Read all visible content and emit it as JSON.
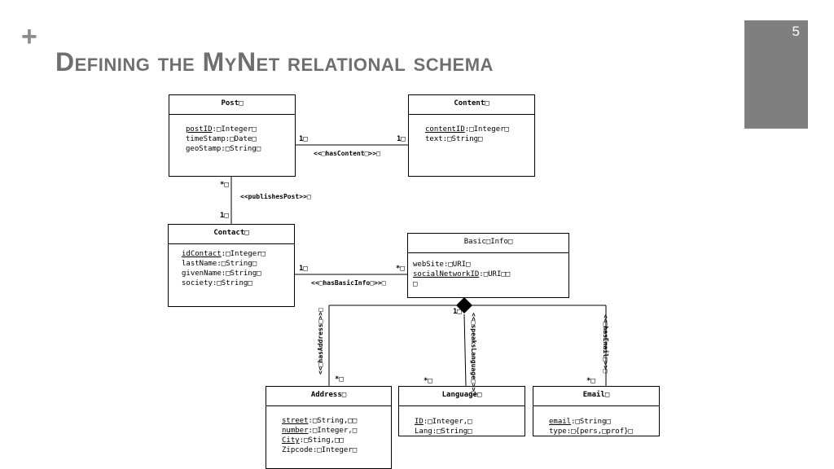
{
  "slide": {
    "plus": "+",
    "title": "Defining the MyNet relational schema",
    "page_number": "5"
  },
  "diagram": {
    "post": {
      "name": "Post□",
      "attrs": [
        {
          "key": "postID",
          "rest": ":□Integer□",
          "pk": true
        },
        {
          "key": "timeStamp",
          "rest": ":□Date□",
          "pk": false
        },
        {
          "key": "geoStamp",
          "rest": ":□String□",
          "pk": false
        }
      ]
    },
    "content": {
      "name": "Content□",
      "attrs": [
        {
          "key": "contentID",
          "rest": ":□Integer□",
          "pk": true
        },
        {
          "key": "text",
          "rest": ":□String□",
          "pk": false
        }
      ]
    },
    "contact": {
      "name": "Contact□",
      "attrs": [
        {
          "key": "idContact",
          "rest": ":□Integer□",
          "pk": true
        },
        {
          "key": "lastName",
          "rest": ":□String□",
          "pk": false
        },
        {
          "key": "givenName",
          "rest": ":□String□",
          "pk": false
        },
        {
          "key": "society",
          "rest": ":□String□",
          "pk": false
        }
      ]
    },
    "basicinfo": {
      "name": "Basic□Info□",
      "attrs": [
        {
          "key": "webSite",
          "rest": ":□URI□",
          "pk": false
        },
        {
          "key": "socialNetworkID",
          "rest": ":□URI□□",
          "pk": true
        },
        {
          "key": "□",
          "rest": "",
          "pk": false
        }
      ]
    },
    "address": {
      "name": "Address□",
      "attrs": [
        {
          "key": "street",
          "rest": ":□String,□□",
          "pk": true
        },
        {
          "key": "number",
          "rest": ":□Integer,□",
          "pk": true
        },
        {
          "key": "City",
          "rest": ":□Sting,□□",
          "pk": true
        },
        {
          "key": "Zipcode",
          "rest": ":□Integer□",
          "pk": false
        }
      ]
    },
    "language": {
      "name": "Language□",
      "attrs": [
        {
          "key": "ID",
          "rest": ":□Integer,□",
          "pk": true
        },
        {
          "key": "Lang",
          "rest": ":□String□",
          "pk": false
        }
      ]
    },
    "email": {
      "name": "Email□",
      "attrs": [
        {
          "key": "email",
          "rest": ":□String□",
          "pk": true
        },
        {
          "key": "type",
          "rest": ":□{pers,□prof}□",
          "pk": false
        }
      ]
    },
    "relations": {
      "hasContent": "<<□hasContent□>>□",
      "publishesPost": "<<publishesPost>>□",
      "hasBasicInfo": "<<□hasBasicInfo□>>□",
      "hasAddress": "<<□hasAddress□>>□",
      "speaksLanguage": "<<□speaksLanguage□>>□",
      "hasEmail": "<<□hasEmail□>>□"
    },
    "multiplicity": {
      "post_content_left": "1□",
      "post_content_right": "1□",
      "post_contact_top": "*□",
      "post_contact_bottom": "1□",
      "contact_basic_left": "1□",
      "contact_basic_right": "*□",
      "basic_comp": "1□",
      "address": "*□",
      "language": "*□",
      "email": "*□"
    }
  }
}
